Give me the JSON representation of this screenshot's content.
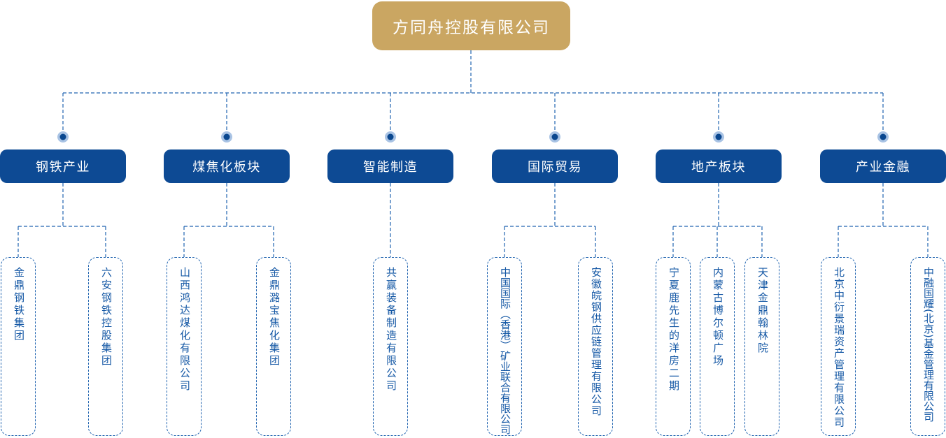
{
  "root": {
    "label": "方同舟控股有限公司"
  },
  "divisions": [
    {
      "label": "钢铁产业",
      "children": [
        "金鼎钢铁集团",
        "六安钢铁控股集团"
      ]
    },
    {
      "label": "煤焦化板块",
      "children": [
        "山西鸿达煤化有限公司",
        "金鼎潞宝焦化集团"
      ]
    },
    {
      "label": "智能制造",
      "children": [
        "共赢装备制造有限公司"
      ]
    },
    {
      "label": "国际贸易",
      "children": [
        "中国国际（香港）矿业联合有限公司",
        "安徽皖钢供应链管理有限公司"
      ]
    },
    {
      "label": "地产板块",
      "children": [
        "宁夏鹿先生的洋房二期",
        "内蒙古博尔顿广场",
        "天津金鼎翰林院"
      ]
    },
    {
      "label": "产业金融",
      "children": [
        "北京中衍景瑞资产管理有限公司",
        "中融国耀(北京)基金管理有限公司"
      ]
    }
  ],
  "colors": {
    "root_bg": "#CAA662",
    "division_bg": "#0D4A94",
    "connector": "#2164B0",
    "leaf_border": "#2164B0",
    "leaf_text": "#1558A5",
    "dot_core": "#0A478F",
    "dot_halo": "#A9C3E4",
    "text_on_fill": "#FFFFFF"
  }
}
